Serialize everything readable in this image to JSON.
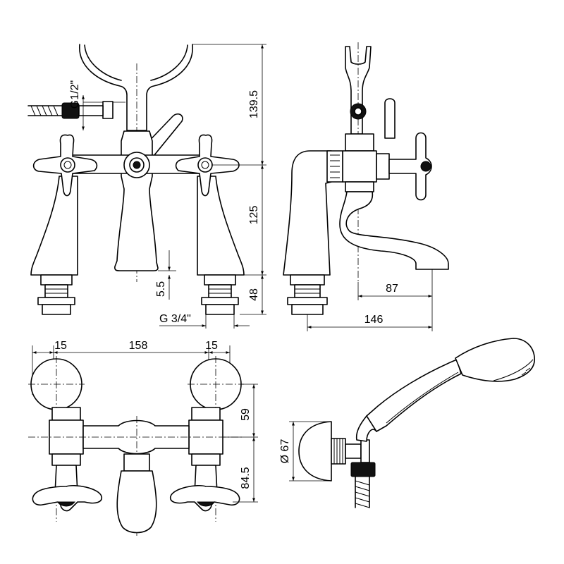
{
  "dimensions": {
    "front_thread": "G1/2\"",
    "front_top_height": "139.5",
    "front_body_height": "125",
    "front_gap": "5.5",
    "front_leg_height": "48",
    "front_thread_base": "G 3/4\"",
    "side_spout_reach": "87",
    "side_overall_depth": "146",
    "top_left_offset": "15",
    "top_centers": "158",
    "top_right_offset": "15",
    "top_upper_depth": "59",
    "top_lower_depth": "84.5",
    "wall_bracket_diameter": "Ø 67"
  }
}
